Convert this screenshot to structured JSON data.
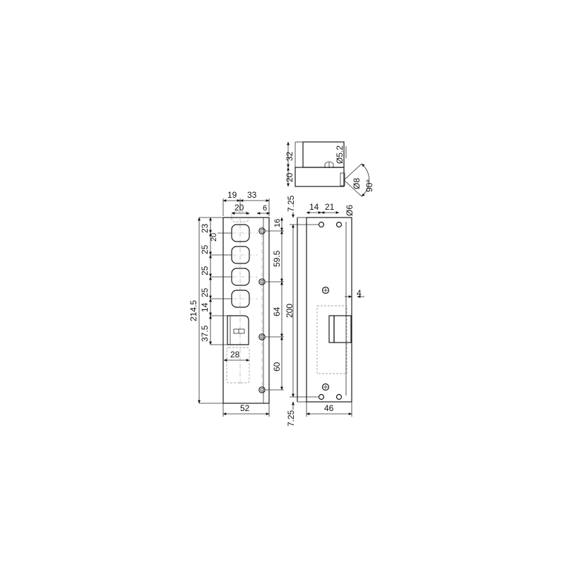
{
  "drawing": {
    "type": "technical dimensional drawing",
    "subject": "electric strike with faceplate",
    "line_color": "#1a1a1a",
    "background": "#ffffff"
  },
  "front_view": {
    "dimensions": {
      "top_left_offset": "19",
      "top_right_offset": "33",
      "slot_width": "20",
      "hole_offset": "6",
      "top_margin": "23",
      "slot_height": "20",
      "pitch_1": "25",
      "pitch_2": "25",
      "pitch_3": "25",
      "gap": "14",
      "latch_height": "37.5",
      "total_height": "214.5",
      "latch_width": "28",
      "plate_width": "52",
      "hole_top": "16",
      "hole_spacing_1": "59.5",
      "hole_spacing_2": "64",
      "hole_spacing_3": "60"
    }
  },
  "side_view": {
    "dimensions": {
      "height_upper": "32",
      "height_lower": "20",
      "bore_diameter": "Ø5.2",
      "pin_diameter": "Ø8",
      "angle": "90°"
    }
  },
  "rear_view": {
    "dimensions": {
      "top_offset": "7.25",
      "bottom_offset": "7.25",
      "hole_left": "14",
      "hole_spacing": "21",
      "hole_diameter": "Ø6",
      "body_height": "200",
      "lip": "4",
      "width": "46"
    }
  }
}
